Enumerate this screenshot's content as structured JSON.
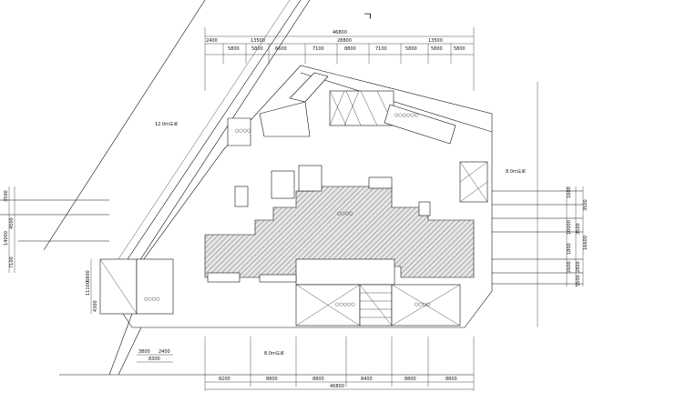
{
  "north_mark": "ㄱ",
  "labels": {
    "road_upper_left": "12.0m도로",
    "road_right": "8.0m도로",
    "road_bottom": "8.0m도로",
    "upper_block": "○○○○○○",
    "small_box": "○○○○",
    "lower_left": "○○○○",
    "center": "○○○○",
    "bottom_mid": "○○○○○",
    "bottom_right": "○○○○"
  },
  "dims_top": {
    "total": "46800",
    "row1": [
      "2400",
      "13500",
      "28800",
      "13500"
    ],
    "row2": [
      "5800",
      "5800",
      "6600",
      "7100",
      "8800",
      "7100",
      "5800",
      "5800",
      "5800"
    ]
  },
  "dims_bottom": {
    "total": "46800",
    "row": [
      "8200",
      "8800",
      "8800",
      "8400",
      "8800",
      "8800"
    ]
  },
  "dims_left": [
    "3500",
    "4500",
    "14000",
    "7100"
  ],
  "dims_left_lower": [
    "6800",
    "11100",
    "4300"
  ],
  "dims_bottom_left": [
    "3800",
    "2400",
    "8300"
  ],
  "dims_right": [
    "1600",
    "3500",
    "10000",
    "3500",
    "1800",
    "2600",
    "2800",
    "16600",
    "5500"
  ]
}
